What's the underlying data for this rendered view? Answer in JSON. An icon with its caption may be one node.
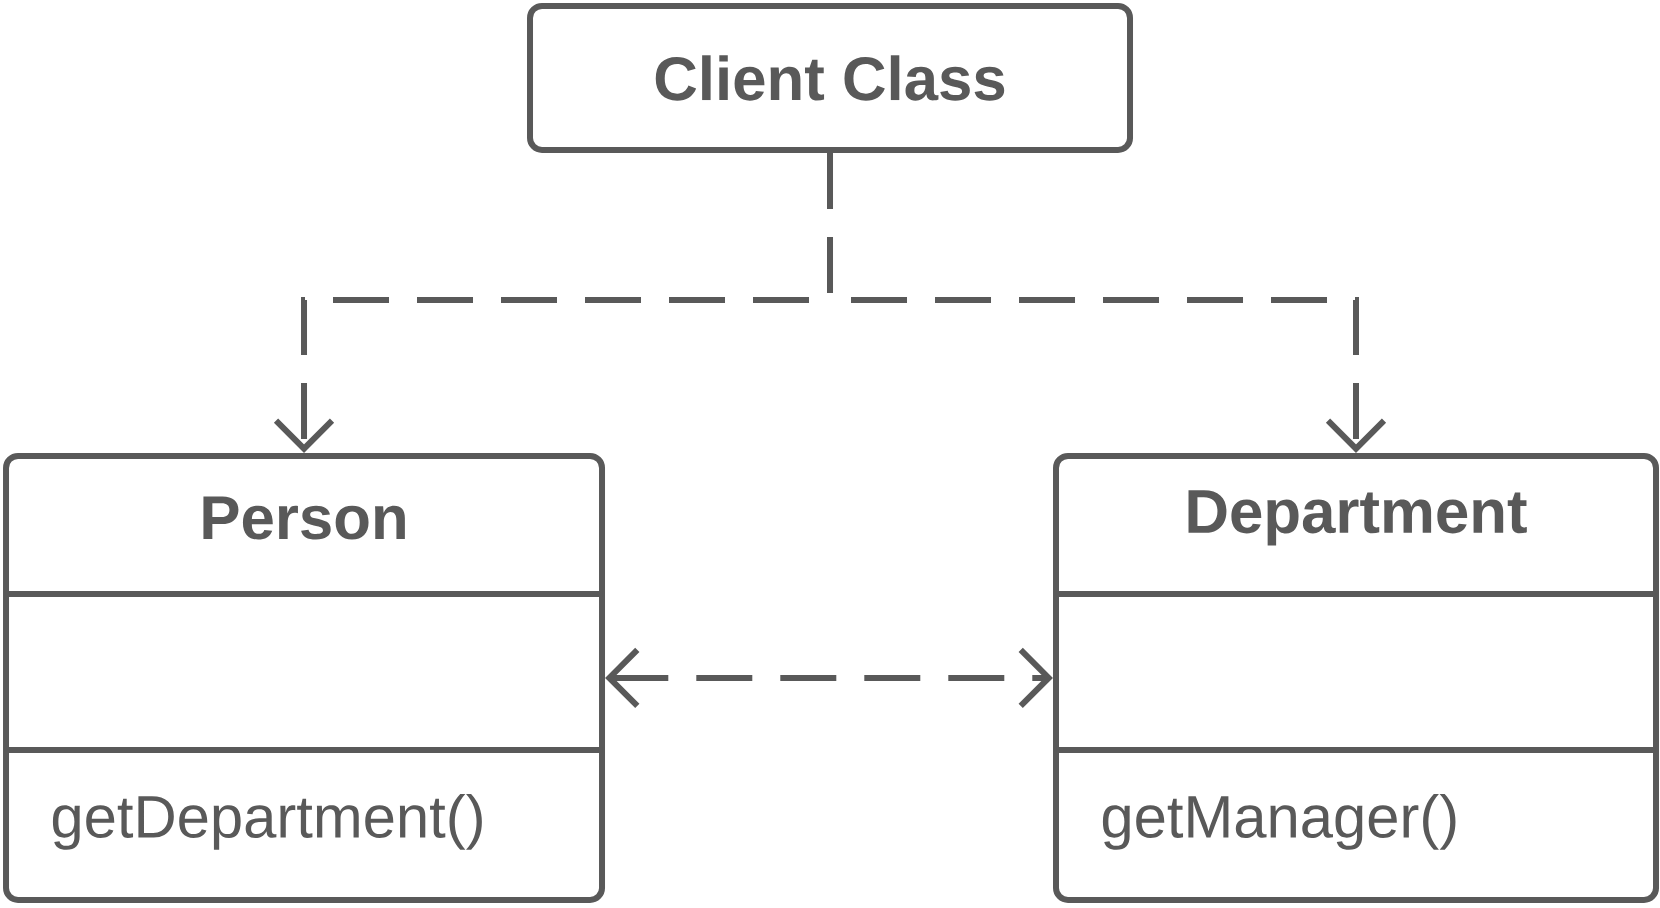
{
  "diagram": {
    "nodes": [
      {
        "text": [
          "Client Class"
        ]
      },
      {
        "text": [
          "Person",
          "getDepartment()"
        ]
      },
      {
        "text": [
          "Department",
          "getManager()"
        ]
      }
    ],
    "edges": [
      {
        "from": 0,
        "to": 1,
        "arrow": "to",
        "style": "dashed"
      },
      {
        "from": 0,
        "to": 2,
        "arrow": "to",
        "style": "dashed"
      },
      {
        "from": 1,
        "to": 2,
        "arrow": "both",
        "style": "dashed"
      }
    ]
  }
}
